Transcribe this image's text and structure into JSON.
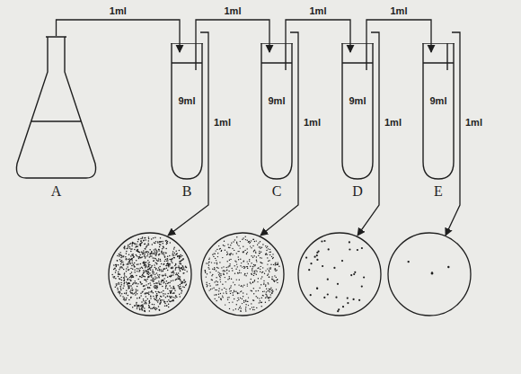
{
  "diagram": {
    "nodes": [
      {
        "text": [
          "A"
        ]
      },
      {
        "text": [
          "9ml",
          "B"
        ]
      },
      {
        "text": [
          "9ml",
          "C"
        ]
      },
      {
        "text": [
          "9ml",
          "D"
        ]
      },
      {
        "text": [
          "9ml",
          "E"
        ]
      }
    ],
    "edges": [
      {
        "from": 0,
        "to": 1,
        "arrow": "to",
        "label": "1ml"
      },
      {
        "from": 1,
        "to": 2,
        "arrow": "to",
        "label": "1ml"
      },
      {
        "from": 2,
        "to": 3,
        "arrow": "to",
        "label": "1ml"
      },
      {
        "from": 3,
        "to": 4,
        "arrow": "to",
        "label": "1ml"
      }
    ],
    "labels": [
      "1ml",
      "1ml",
      "1ml",
      "1ml"
    ]
  }
}
